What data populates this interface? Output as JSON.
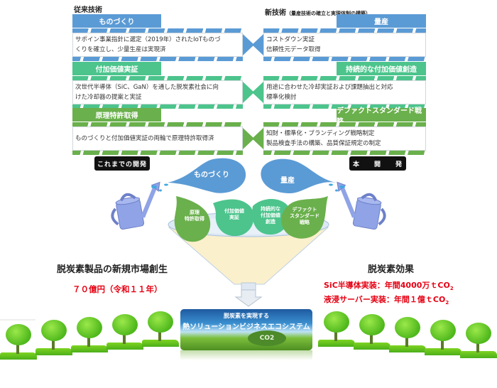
{
  "left_column": {
    "heading": "従来技術",
    "sections": [
      {
        "title": "ものづくり",
        "color": "#5b9bd5",
        "lines": [
          "サポイン事業指針に選定（2019年）されたIoTものづ",
          "くりを確立し、少量生産は実現済"
        ]
      },
      {
        "title": "付加価値実証",
        "color": "#4cc48c",
        "lines": [
          "次世代半導体（SiC、GaN）を通した脱炭素社会に向",
          "けた冷却器の提案と実証"
        ]
      },
      {
        "title": "原理特許取得",
        "color": "#6ab04c",
        "lines": [
          "ものづくりと付加価値実証の両輪で原理特許取得済"
        ]
      }
    ],
    "footer_label": "これまでの開発"
  },
  "right_column": {
    "heading": "新技術",
    "heading_note": "（量産技術の確立と実現体制の構築）",
    "sections": [
      {
        "title": "量産",
        "color": "#5b9bd5",
        "lines": [
          "コストダウン実証",
          "信頼性元データ取得"
        ]
      },
      {
        "title": "持続的な付加価値創造",
        "color": "#4cc48c",
        "lines": [
          "用途に合わせた冷却実証および課題抽出と対応",
          "標準化検討"
        ]
      },
      {
        "title": "デファクトスタンダード戦略",
        "color": "#6ab04c",
        "lines": [
          "知財・標準化・ブランディング戦略制定",
          "製品検査手法の構築、品質保証規定の制定"
        ]
      }
    ],
    "footer_label": "本　　開　　発"
  },
  "funnel": {
    "bubbles": [
      {
        "label": "ものづくり",
        "color": "#5b9bd5"
      },
      {
        "label": "量産",
        "color": "#5b9bd5"
      }
    ],
    "drops": [
      {
        "lines": [
          "原理",
          "特許取得"
        ],
        "color": "#6ab04c"
      },
      {
        "lines": [
          "付加価値",
          "実証"
        ],
        "color": "#4cc48c"
      },
      {
        "lines": [
          "持続的な",
          "付加価値",
          "創造"
        ],
        "color": "#4cc48c"
      },
      {
        "lines": [
          "デファクト",
          "スタンダード",
          "戦略"
        ],
        "color": "#6ab04c"
      }
    ]
  },
  "market": {
    "title": "脱炭素製品の新規市場創生",
    "value": "７０億円（令和１１年）"
  },
  "effect": {
    "title": "脱炭素効果",
    "line1": "SiC半導体実装：年間4000万ｔCO",
    "line2": "液浸サーバー実装：年間１億ｔCO",
    "subscript": "2"
  },
  "ecosystem": {
    "line1": "脱炭素を実現する",
    "line2": "熱ソリューションビジネスエコシステム",
    "badge": "CO2"
  },
  "colors": {
    "accent_red": "#e60012",
    "blue": "#5b9bd5",
    "teal": "#4cc48c",
    "green": "#6ab04c"
  }
}
